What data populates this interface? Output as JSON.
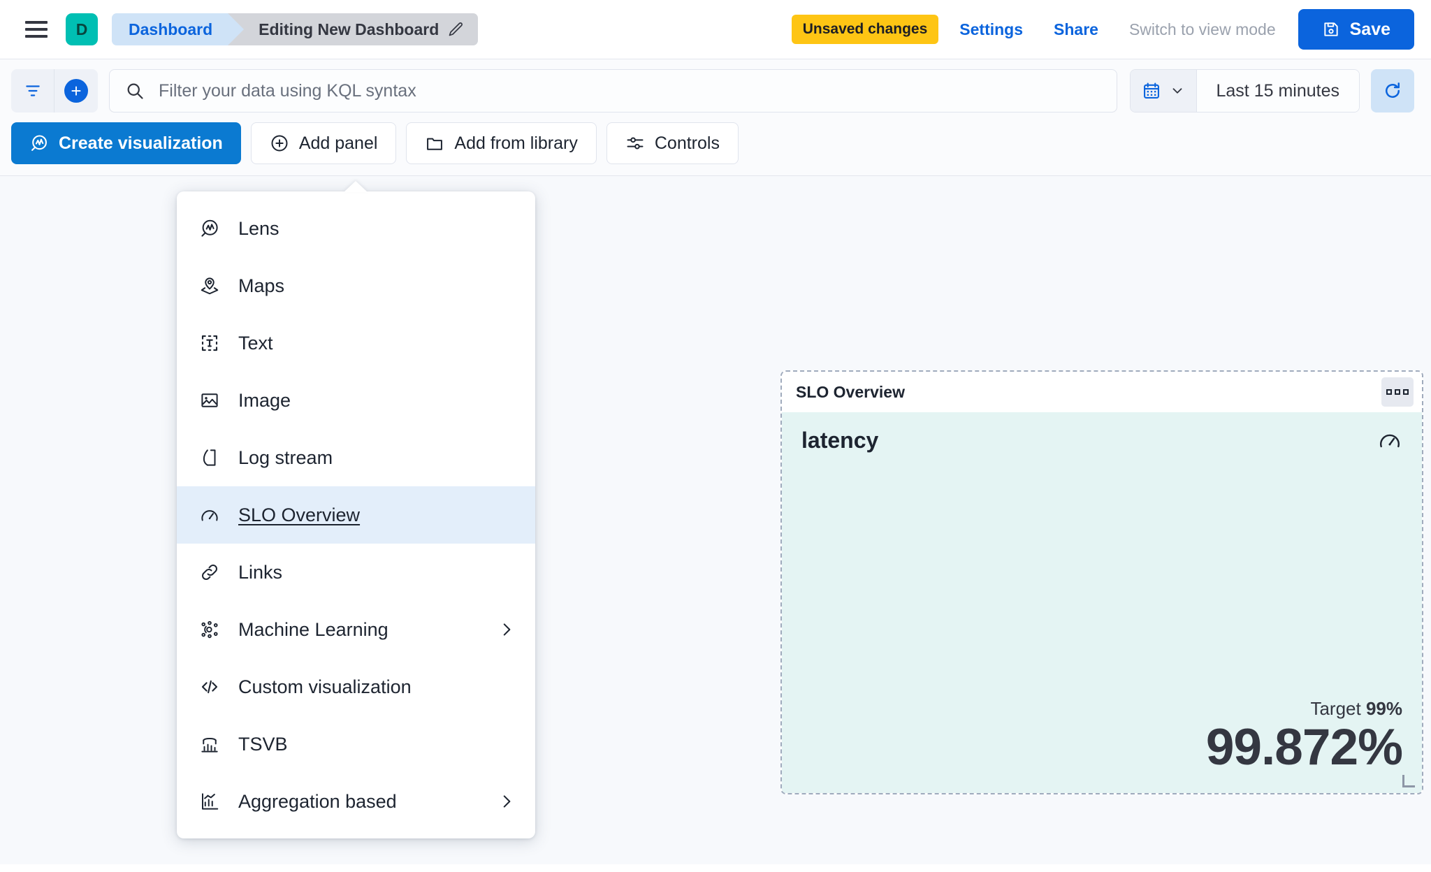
{
  "top_nav": {
    "menu_icon": "hamburger-menu-icon",
    "space_avatar_letter": "D",
    "breadcrumbs": [
      {
        "label": "Dashboard"
      },
      {
        "label": "Editing New Dashboard",
        "icon": "pencil-icon"
      }
    ],
    "unsaved_badge": "Unsaved changes",
    "settings_link": "Settings",
    "share_link": "Share",
    "view_mode_link": "Switch to view mode",
    "save_button": "Save",
    "save_icon": "save-disk-icon"
  },
  "query_bar": {
    "filter_icon": "filter-icon",
    "add_filter_icon": "plus-circle-icon",
    "search_icon": "search-icon",
    "kql_placeholder": "Filter your data using KQL syntax",
    "kql_value": "",
    "calendar_icon": "calendar-icon",
    "chevron_icon": "chevron-down-icon",
    "date_range": "Last 15 minutes",
    "refresh_icon": "refresh-icon"
  },
  "edit_toolbar": {
    "buttons": [
      {
        "label": "Create visualization",
        "icon": "lens-icon",
        "style": "primary"
      },
      {
        "label": "Add panel",
        "icon": "plus-circle-outline-icon",
        "style": "ghost"
      },
      {
        "label": "Add from library",
        "icon": "folder-icon",
        "style": "ghost"
      },
      {
        "label": "Controls",
        "icon": "controls-sliders-icon",
        "style": "ghost"
      }
    ]
  },
  "add_panel_menu": {
    "items": [
      {
        "label": "Lens",
        "icon": "lens-icon",
        "has_submenu": false,
        "selected": false
      },
      {
        "label": "Maps",
        "icon": "maps-pin-icon",
        "has_submenu": false,
        "selected": false
      },
      {
        "label": "Text",
        "icon": "text-box-icon",
        "has_submenu": false,
        "selected": false
      },
      {
        "label": "Image",
        "icon": "image-icon",
        "has_submenu": false,
        "selected": false
      },
      {
        "label": "Log stream",
        "icon": "log-stream-icon",
        "has_submenu": false,
        "selected": false
      },
      {
        "label": "SLO Overview",
        "icon": "gauge-icon",
        "has_submenu": false,
        "selected": true
      },
      {
        "label": "Links",
        "icon": "link-chain-icon",
        "has_submenu": false,
        "selected": false
      },
      {
        "label": "Machine Learning",
        "icon": "machine-learning-icon",
        "has_submenu": true,
        "selected": false
      },
      {
        "label": "Custom visualization",
        "icon": "code-brackets-icon",
        "has_submenu": false,
        "selected": false
      },
      {
        "label": "TSVB",
        "icon": "tsvb-bars-icon",
        "has_submenu": false,
        "selected": false
      },
      {
        "label": "Aggregation based",
        "icon": "aggregation-chart-icon",
        "has_submenu": true,
        "selected": false
      }
    ],
    "chevron_icon": "chevron-right-icon"
  },
  "slo_panel": {
    "panel_title": "SLO Overview",
    "context_menu_icon": "panel-options-icon",
    "metric_name": "latency",
    "gauge_icon": "gauge-icon",
    "target_label": "Target",
    "target_value": "99%",
    "current_value": "99.872%",
    "background_color": "#e4f4f3"
  },
  "colors": {
    "accent_blue": "#0b64dd",
    "primary_button": "#0b7ad1",
    "warning_yellow": "#fec514",
    "space_teal": "#00bfb3",
    "panel_mint": "#e4f4f3",
    "selected_menu": "#e3eefa"
  }
}
